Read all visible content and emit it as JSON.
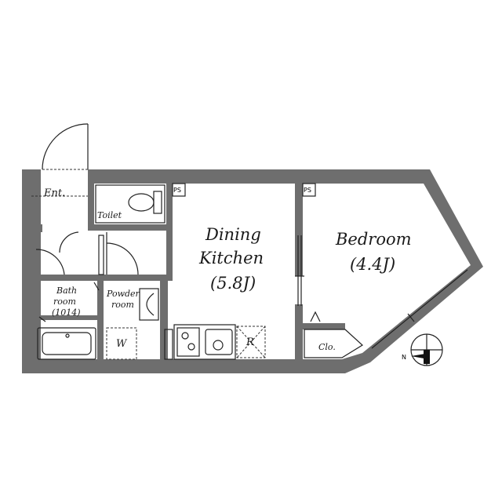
{
  "rooms": {
    "entrance": "Ent.",
    "toilet": "Toilet",
    "dining_kitchen_line1": "Dining",
    "dining_kitchen_line2": "Kitchen",
    "dining_kitchen_size": "(5.8J)",
    "bedroom": "Bedroom",
    "bedroom_size": "(4.4J)",
    "bath_line1": "Bath",
    "bath_line2": "room",
    "bath_size": "(1014)",
    "powder_line1": "Powder",
    "powder_line2": "room",
    "closet": "Clo."
  },
  "fixtures": {
    "pipe_space_1": "PS",
    "pipe_space_2": "PS",
    "washer": "W",
    "refrigerator": "R"
  },
  "compass": {
    "north_label": "N"
  }
}
